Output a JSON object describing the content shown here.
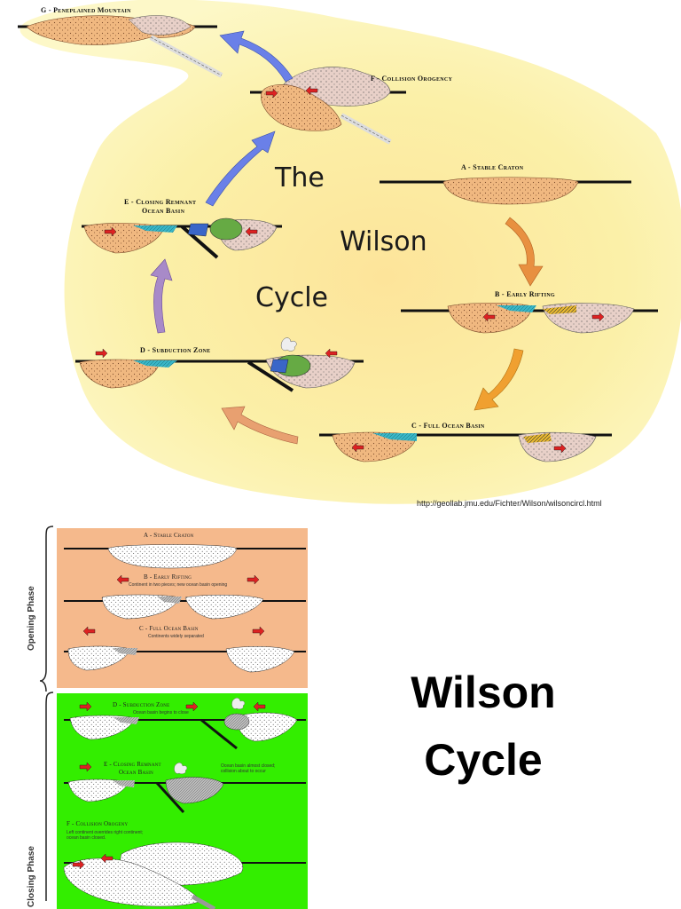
{
  "upper": {
    "title_words": [
      "The",
      "Wilson",
      "Cycle"
    ],
    "stages": {
      "A": "A - Stable Craton",
      "B": "B - Early Rifting",
      "C": "C - Full Ocean Basin",
      "D": "D - Subduction Zone",
      "E1": "E - Closing Remnant",
      "E2": "Ocean Basin",
      "F": "F - Collision Orogency",
      "G": "G - Peneplained Mountain"
    },
    "source_url": "http://geollab.jmu.edu/Fichter/Wilson/wilsoncircl.html",
    "colors": {
      "halo": "#fbf3a6",
      "continent_left": "#f0b880",
      "continent_right": "#e6cfc8",
      "ocean": "#3ab8c4",
      "arrow_red": "#dd2222",
      "volcano": "#66aa44"
    }
  },
  "lower": {
    "phases": {
      "opening": "Opening Phase",
      "closing": "Closing Phase"
    },
    "stages": {
      "A": "A - Stable Craton",
      "B": "B - Early Rifting",
      "B_note": "Continent in two pieces; new ocean basin opening",
      "C": "C - Full Ocean Basin",
      "C_note": "Continents widely separated",
      "D": "D - Subduction Zone",
      "D_note": "Ocean basin begins to close",
      "E1": "E - Closing Remnant",
      "E2": "Ocean Basin",
      "E_note1": "Ocean basin almost closed;",
      "E_note2": "collision about to occur",
      "F": "F - Collision Orogeny",
      "F_note1": "Left continent overrides right continent;",
      "F_note2": "ocean basin closed."
    },
    "colors": {
      "opening_bg": "#f5b98c",
      "closing_bg": "#33ee00"
    }
  },
  "side_title": {
    "line1": "Wilson",
    "line2": "Cycle"
  }
}
